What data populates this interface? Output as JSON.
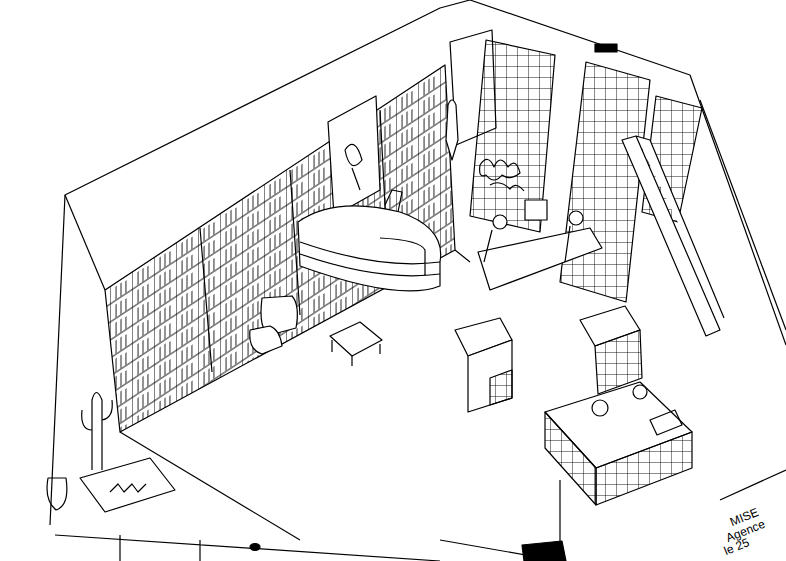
{
  "diagram": {
    "labels": [
      "MISE",
      "Agence",
      "le 25"
    ]
  }
}
